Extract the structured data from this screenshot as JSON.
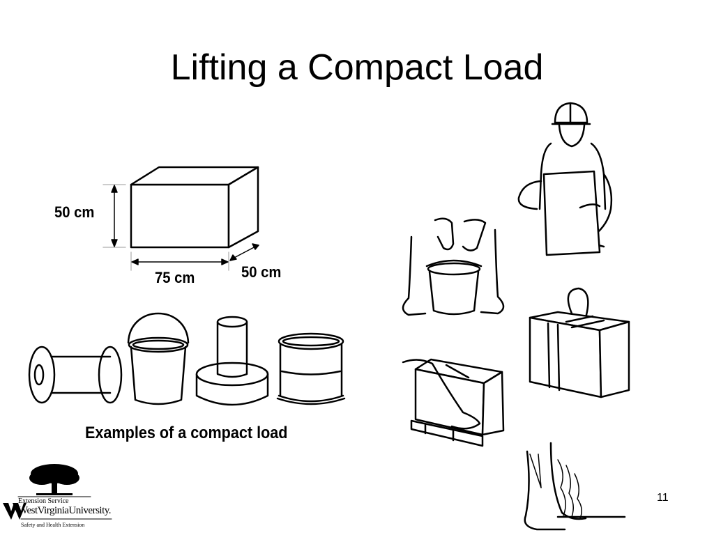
{
  "slide": {
    "title": "Lifting a Compact Load",
    "page_number": "11"
  },
  "diagram": {
    "dim_height": "50 cm",
    "dim_length": "75 cm",
    "dim_depth": "50 cm",
    "caption": "Examples of a compact load"
  },
  "logo": {
    "line1": "Extension Service",
    "line2": "WestVirginiaUniversity.",
    "line3": "Safety and Health Extension"
  }
}
